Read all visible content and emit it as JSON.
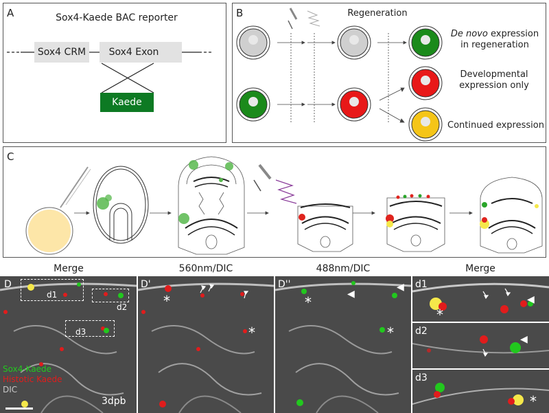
{
  "panel_a": {
    "label": "A",
    "title": "Sox4-Kaede BAC reporter",
    "crm": "Sox4 CRM",
    "exon": "Sox4 Exon",
    "kaede": "Kaede"
  },
  "panel_b": {
    "label": "B",
    "regeneration": "Regeneration",
    "outcome_denovo_em": "De novo",
    "outcome_denovo_rest": " expression",
    "outcome_denovo_line2": "in regeneration",
    "outcome_dev_line1": "Developmental",
    "outcome_dev_line2": "expression only",
    "outcome_continued": "Continued expression"
  },
  "panel_c": {
    "label": "C"
  },
  "panel_d": {
    "titles": [
      "Merge",
      "560nm/DIC",
      "488nm/DIC",
      "Merge"
    ],
    "labels": [
      "D",
      "D'",
      "D''",
      "d1",
      "d2",
      "d3"
    ],
    "box_labels": [
      "d1",
      "d2",
      "d3"
    ],
    "legend": {
      "green": "Sox4-Kaede",
      "red": "Histotic Kaede",
      "gray": "DIC"
    },
    "timepoint": "3dpb",
    "asterisk": "*",
    "arrowhead": "◀",
    "colors": {
      "green": "#22c81e",
      "red": "#e11c1c",
      "yellow": "#f5e84a",
      "gray": "#c8c8c8"
    }
  }
}
